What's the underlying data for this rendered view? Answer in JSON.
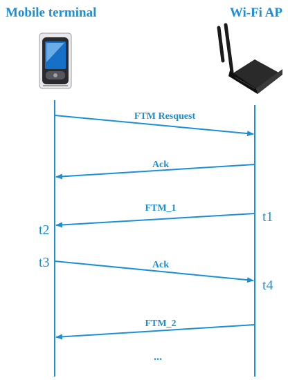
{
  "colors": {
    "primary": "#1a8fd6",
    "device_dark": "#1b1b1b",
    "screen_blue": "#1670c8"
  },
  "actors": {
    "left": {
      "title": "Mobile terminal",
      "icon": "mobile-phone-icon"
    },
    "right": {
      "title": "Wi-Fi AP",
      "icon": "wifi-router-icon"
    }
  },
  "messages": [
    {
      "label": "FTM Resquest",
      "direction": "to-right"
    },
    {
      "label": "Ack",
      "direction": "to-left"
    },
    {
      "label": "FTM_1",
      "direction": "to-left"
    },
    {
      "label": "Ack",
      "direction": "to-right"
    },
    {
      "label": "FTM_2",
      "direction": "to-left"
    }
  ],
  "timestamps": {
    "t1": "t1",
    "t2": "t2",
    "t3": "t3",
    "t4": "t4"
  },
  "continuation": "..."
}
